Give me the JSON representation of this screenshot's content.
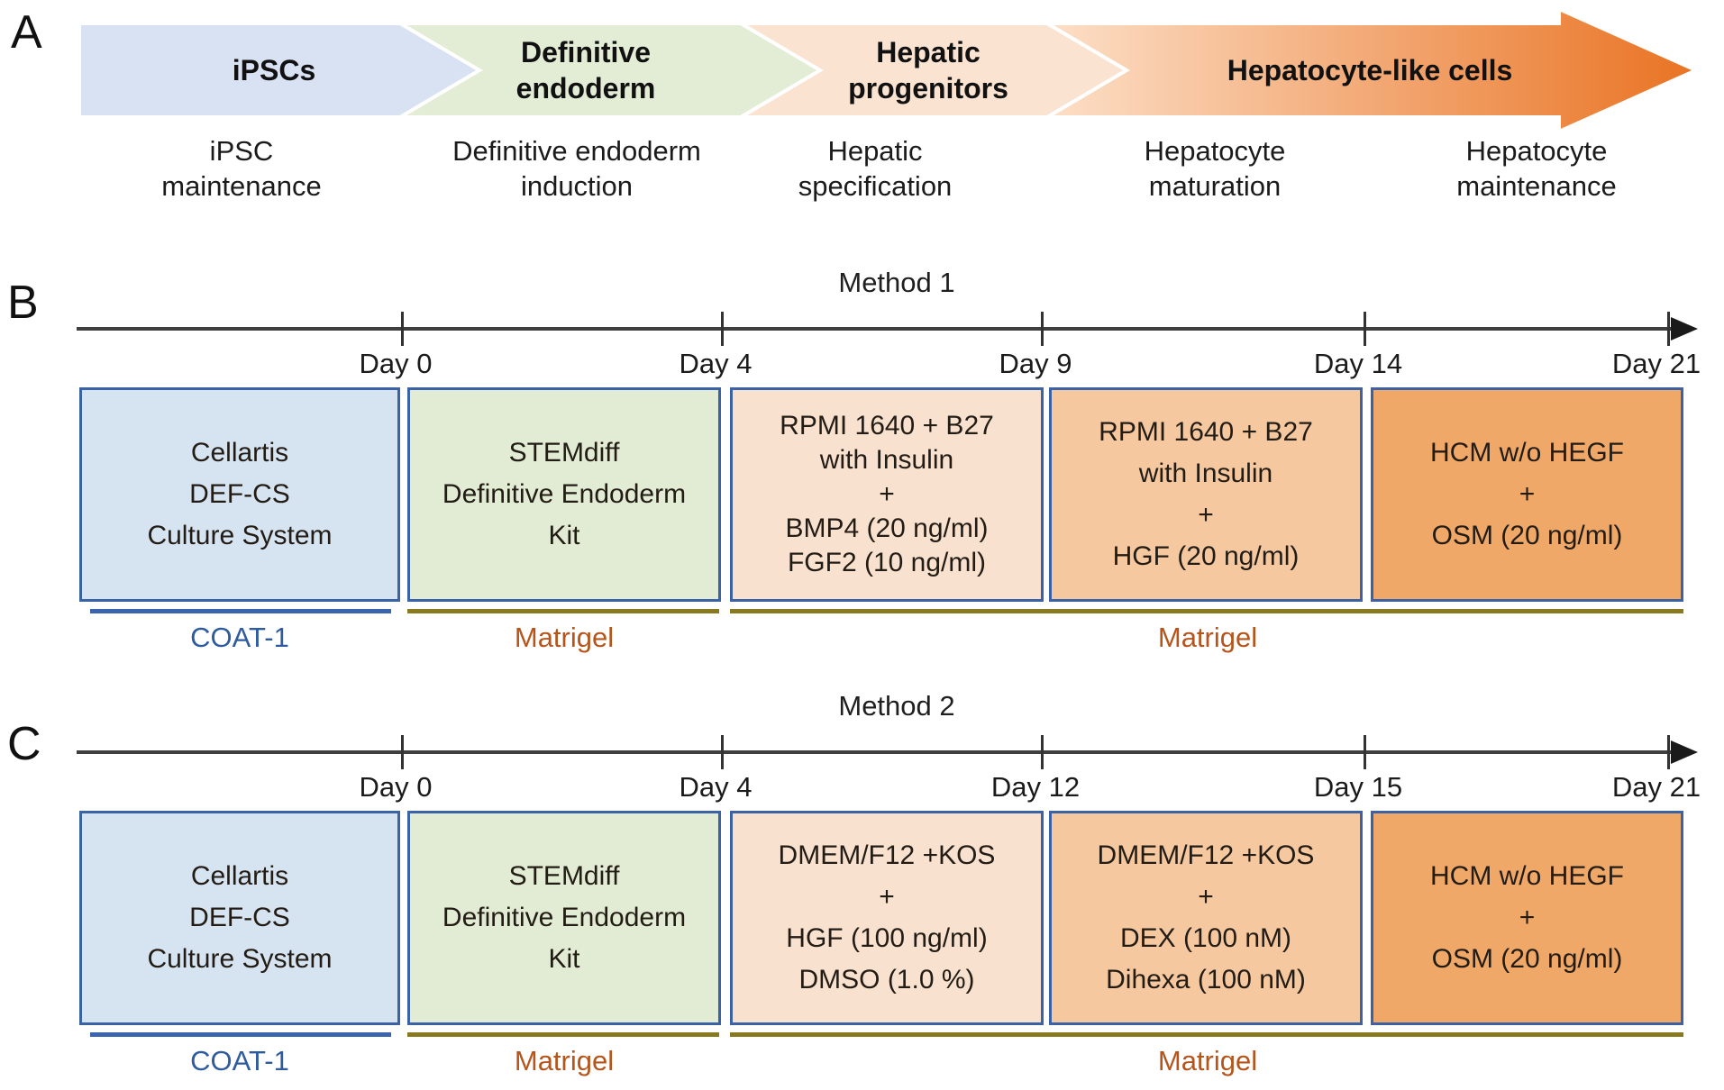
{
  "colors": {
    "arrow_ipscs": "#d9e2f2",
    "arrow_definitive_endoderm": "#e3ecd5",
    "arrow_hepatic_progenitors": "#fbe3d2",
    "arrow_gradient_start": "#fcdfc7",
    "arrow_gradient_end": "#e97323",
    "box_border": "#3b62a4",
    "box_ipsc": "#d6e3f0",
    "box_endoderm": "#e2ecd4",
    "box_specification": "#f9e1cf",
    "box_maturation": "#f6c8a0",
    "box_maintenance": "#f0a869",
    "coat1_line": "#3a64ad",
    "coat1_text": "#2e5b9e",
    "matrigel_line": "#8a7a1f",
    "matrigel_text": "#b5551b",
    "timeline": "#3f3f3f"
  },
  "panel_a": {
    "label": "A",
    "arrows": [
      {
        "l1": "iPSCs",
        "l2": ""
      },
      {
        "l1": "Definitive",
        "l2": "endoderm"
      },
      {
        "l1": "Hepatic",
        "l2": "progenitors"
      },
      {
        "l1": "Hepatocyte-like cells",
        "l2": ""
      }
    ],
    "stages": [
      {
        "l1": "iPSC",
        "l2": "maintenance"
      },
      {
        "l1": "Definitive endoderm",
        "l2": "induction"
      },
      {
        "l1": "Hepatic",
        "l2": "specification"
      },
      {
        "l1": "Hepatocyte",
        "l2": "maturation"
      },
      {
        "l1": "Hepatocyte",
        "l2": "maintenance"
      }
    ]
  },
  "panel_b": {
    "label": "B",
    "title": "Method 1",
    "days": [
      "Day 0",
      "Day 4",
      "Day 9",
      "Day 14",
      "Day 21"
    ],
    "boxes": [
      {
        "lines": [
          "Cellartis",
          "DEF-CS",
          "Culture System"
        ]
      },
      {
        "lines": [
          "STEMdiff",
          "Definitive Endoderm",
          "Kit"
        ]
      },
      {
        "lines": [
          "RPMI 1640 + B27",
          "with Insulin",
          "+",
          "BMP4 (20 ng/ml)",
          "FGF2 (10 ng/ml)"
        ]
      },
      {
        "lines": [
          "RPMI 1640 + B27",
          "with Insulin",
          "+",
          "HGF (20 ng/ml)"
        ]
      },
      {
        "lines": [
          "HCM w/o HEGF",
          "+",
          "OSM (20 ng/ml)"
        ]
      }
    ],
    "coatings": [
      "COAT-1",
      "Matrigel",
      "Matrigel"
    ]
  },
  "panel_c": {
    "label": "C",
    "title": "Method 2",
    "days": [
      "Day 0",
      "Day 4",
      "Day 12",
      "Day 15",
      "Day 21"
    ],
    "boxes": [
      {
        "lines": [
          "Cellartis",
          "DEF-CS",
          "Culture System"
        ]
      },
      {
        "lines": [
          "STEMdiff",
          "Definitive Endoderm",
          "Kit"
        ]
      },
      {
        "lines": [
          "DMEM/F12 +KOS",
          "+",
          "HGF (100 ng/ml)",
          "DMSO (1.0 %)"
        ]
      },
      {
        "lines": [
          "DMEM/F12 +KOS",
          "+",
          "DEX (100 nM)",
          "Dihexa (100 nM)"
        ]
      },
      {
        "lines": [
          "HCM w/o HEGF",
          "+",
          "OSM (20 ng/ml)"
        ]
      }
    ],
    "coatings": [
      "COAT-1",
      "Matrigel",
      "Matrigel"
    ]
  }
}
